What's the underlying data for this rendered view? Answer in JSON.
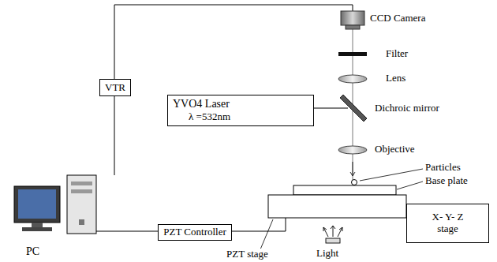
{
  "diagram": {
    "nodes": [
      {
        "text": [
          "VTR"
        ]
      },
      {
        "text": [
          "YVO4 Laser",
          "λ =532nm"
        ]
      },
      {
        "text": [
          "PZT Controller"
        ]
      },
      {
        "text": [
          "X- Y- Z",
          "stage"
        ]
      }
    ],
    "labels": [
      "CCD Camera",
      "Filter",
      "Lens",
      "Dichroic mirror",
      "Objective",
      "Particles",
      "Base plate",
      "PC",
      "PZT stage",
      "Light"
    ]
  }
}
